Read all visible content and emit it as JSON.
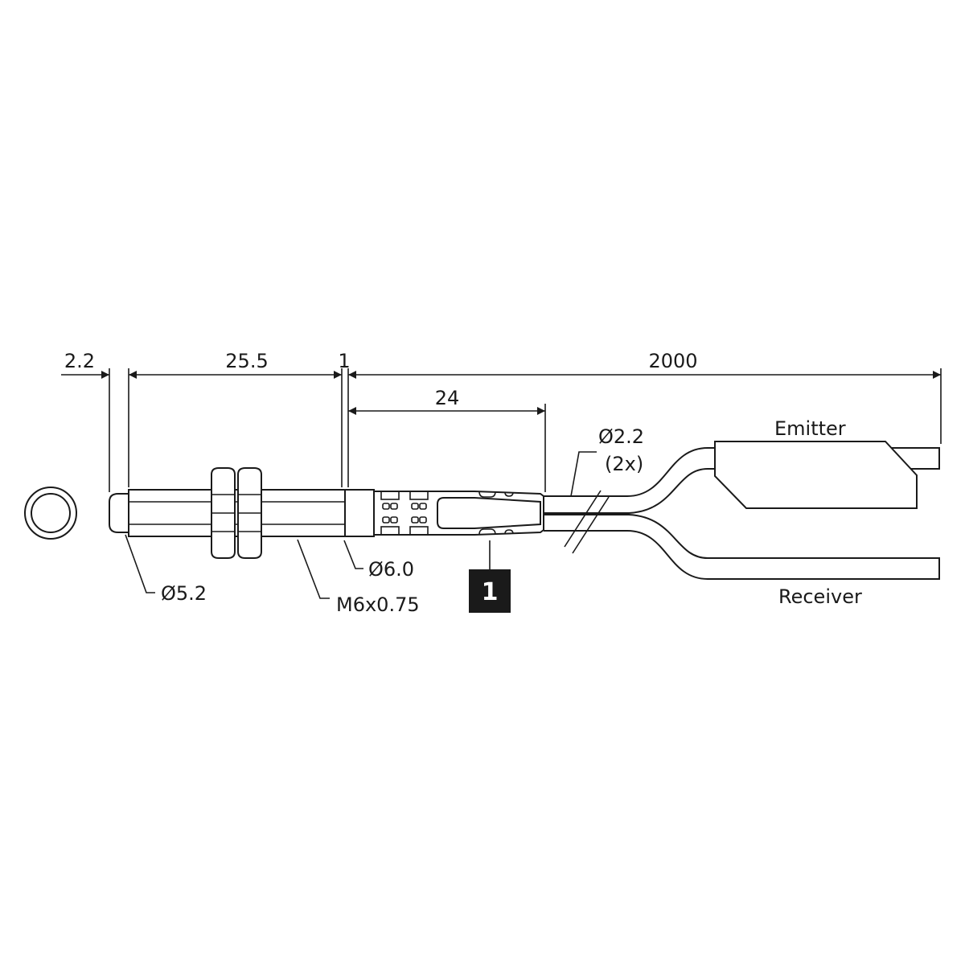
{
  "dimensions": {
    "lens_projection": "2.2",
    "threaded_length": "25.5",
    "gap": "1",
    "cable_length": "2000",
    "strain_relief_length": "24"
  },
  "callouts": {
    "lens_diameter": "Ø5.2",
    "thread": "M6x0.75",
    "body_diameter": "Ø6.0",
    "cable_diameter": "Ø2.2",
    "cable_count": "(2x)"
  },
  "labels": {
    "emitter": "Emitter",
    "receiver": "Receiver"
  },
  "badge": {
    "number": "1"
  },
  "colors": {
    "line": "#1a1a1a",
    "badge_fill": "#1a1a1a",
    "background": "#ffffff"
  }
}
